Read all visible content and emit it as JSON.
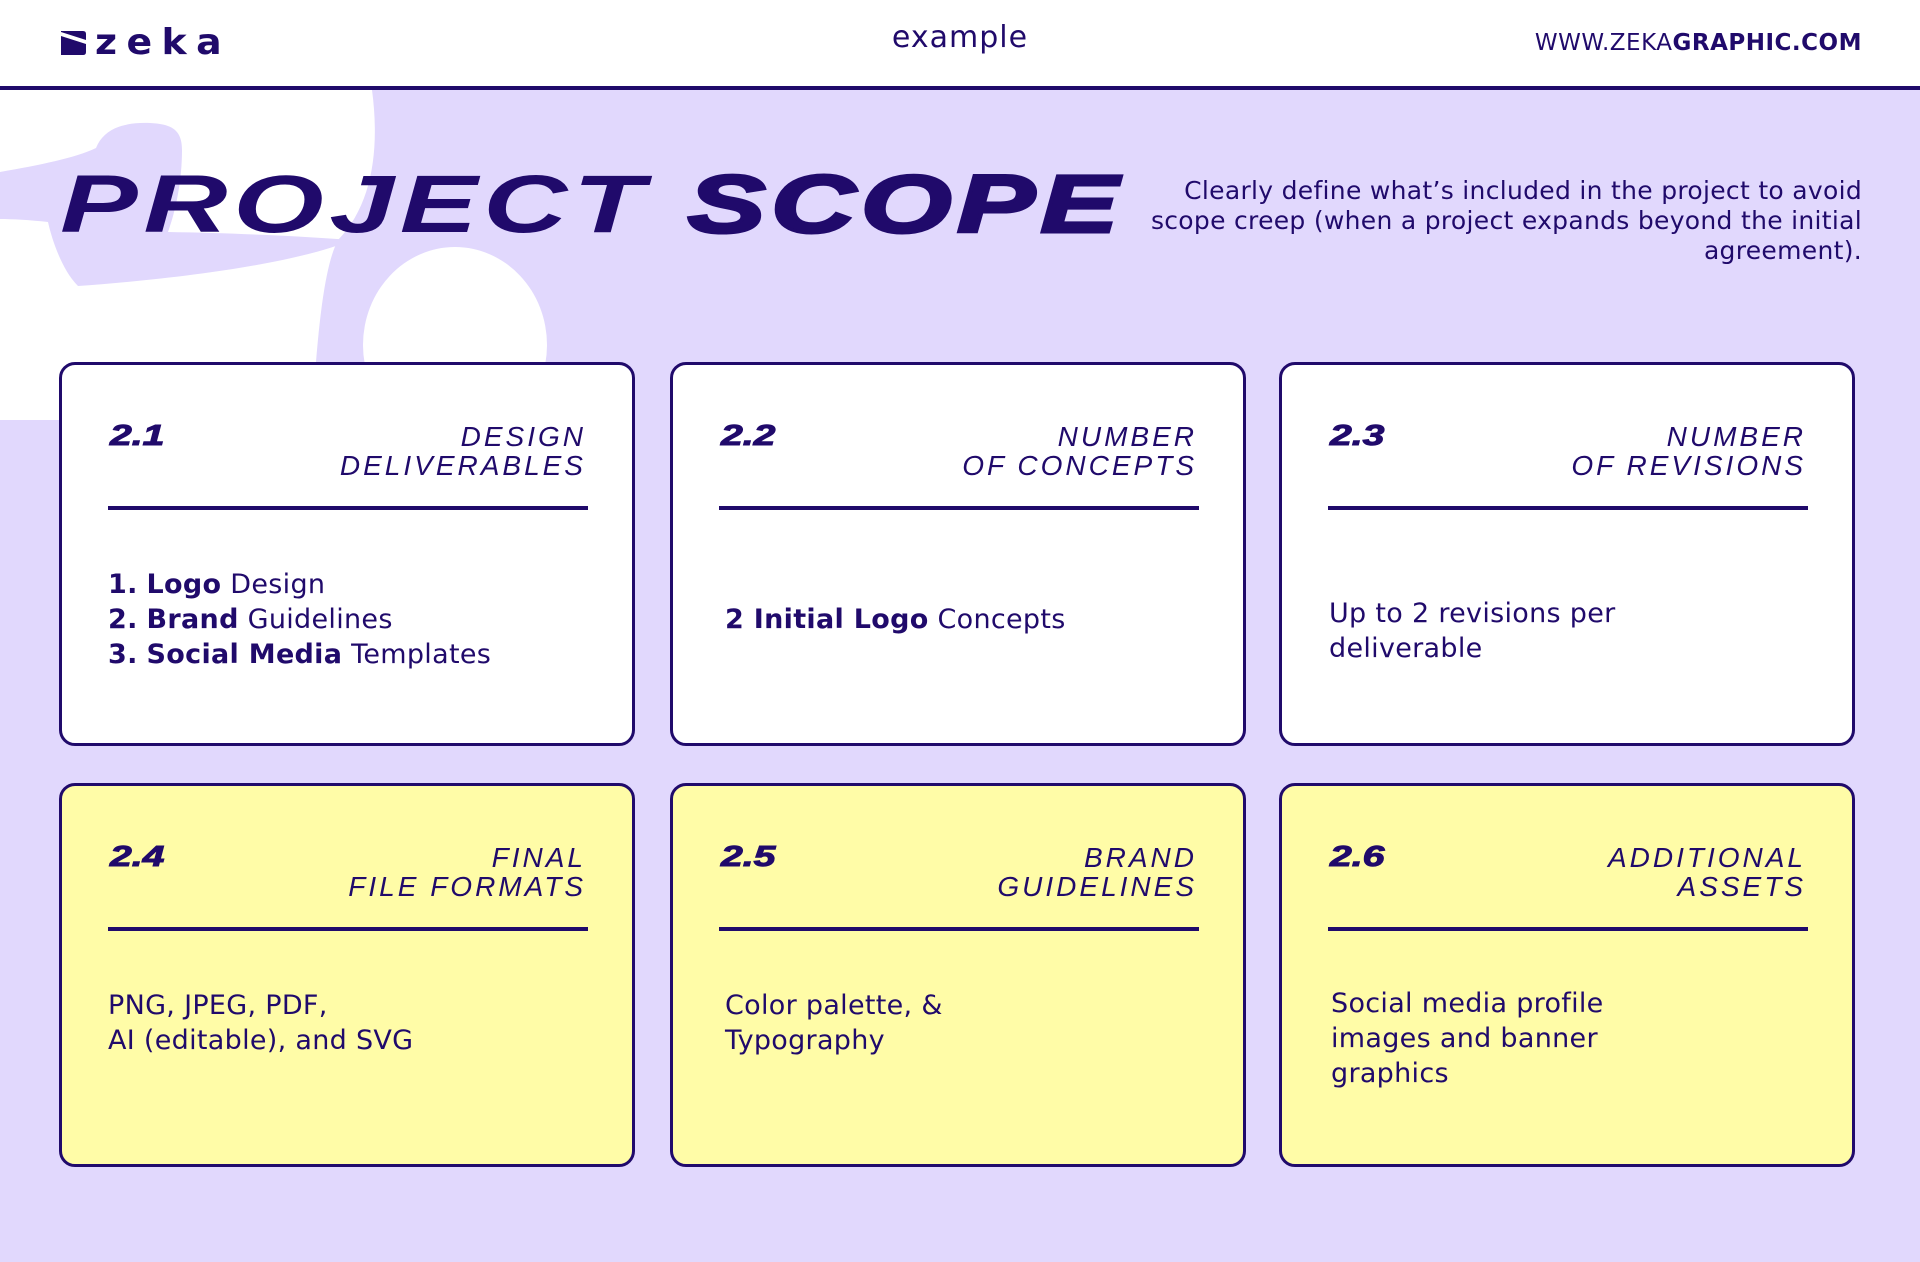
{
  "header": {
    "logo_text": "zeka",
    "center_label": "example",
    "url_prefix": "WWW.ZEKA",
    "url_bold": "GRAPHIC.COM"
  },
  "title": {
    "part1": "PROJECT",
    "part2": "SCOPE"
  },
  "description": "Clearly define what’s included in the project to avoid scope creep (when a project expands beyond the initial agreement).",
  "cards": [
    {
      "number": "2.1",
      "title_line1": "DESIGN",
      "title_line2": "DELIVERABLES",
      "style": "white",
      "lines": [
        {
          "num": "1.",
          "bold": "Logo",
          "rest": "Design"
        },
        {
          "num": "2.",
          "bold": "Brand",
          "rest": "Guidelines"
        },
        {
          "num": "3.",
          "bold": "Social Media",
          "rest": "Templates"
        }
      ]
    },
    {
      "number": "2.2",
      "title_line1": "NUMBER",
      "title_line2": "OF CONCEPTS",
      "style": "white",
      "lines": [
        {
          "bold": "2 Initial Logo",
          "rest": "Concepts"
        }
      ]
    },
    {
      "number": "2.3",
      "title_line1": "NUMBER",
      "title_line2": "OF REVISIONS",
      "style": "white",
      "lines": [
        {
          "rest": "Up to 2 revisions per"
        },
        {
          "rest": "deliverable"
        }
      ]
    },
    {
      "number": "2.4",
      "title_line1": "FINAL",
      "title_line2": "FILE FORMATS",
      "style": "yellow",
      "lines": [
        {
          "rest": "PNG, JPEG, PDF,"
        },
        {
          "rest": "AI (editable), and SVG"
        }
      ]
    },
    {
      "number": "2.5",
      "title_line1": "BRAND",
      "title_line2": "GUIDELINES",
      "style": "yellow",
      "lines": [
        {
          "rest": "Color palette, &"
        },
        {
          "rest": "Typography"
        }
      ]
    },
    {
      "number": "2.6",
      "title_line1": "ADDITIONAL",
      "title_line2": "ASSETS",
      "style": "yellow",
      "lines": [
        {
          "rest": "Social media profile"
        },
        {
          "rest": "images and banner"
        },
        {
          "rest": "graphics"
        }
      ]
    }
  ],
  "colors": {
    "navy": "#200a6b",
    "lavender": "#e1d8fd",
    "yellow": "#fffca7",
    "white": "#ffffff"
  },
  "decoration": {
    "background_numeral": "2"
  }
}
